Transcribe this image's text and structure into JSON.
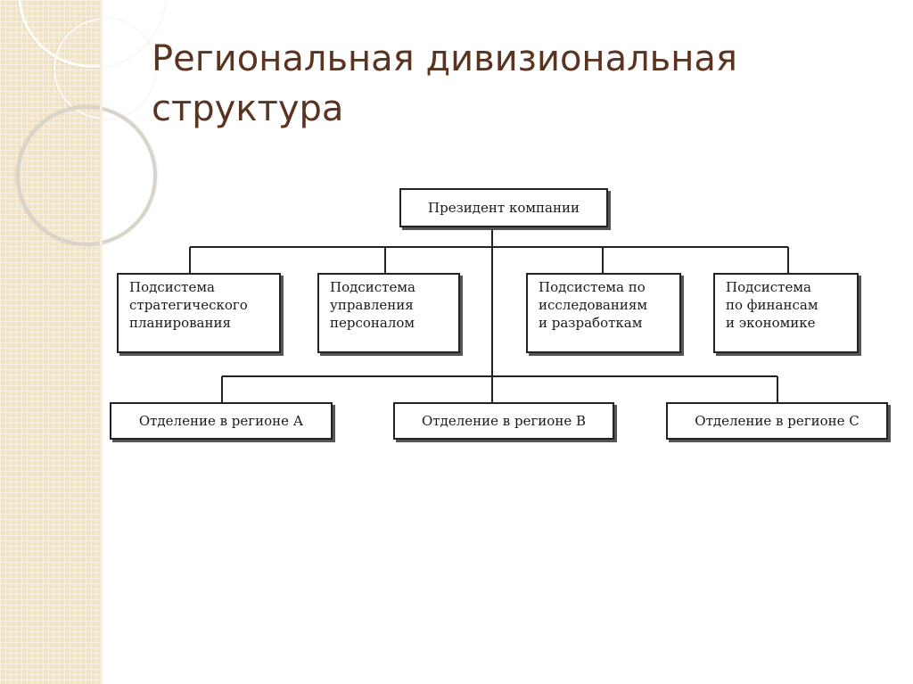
{
  "slide": {
    "title_line1": "Региональная дивизиональная",
    "title_line2": "структура",
    "title_color": "#5a3421"
  },
  "org_chart": {
    "root": "Президент компании",
    "subsystems": [
      {
        "lines": [
          "Подсистема",
          "стратегического",
          "планирования"
        ]
      },
      {
        "lines": [
          "Подсистема",
          "управления",
          "персоналом"
        ]
      },
      {
        "lines": [
          "Подсистема по",
          "исследованиям",
          "и разработкам"
        ]
      },
      {
        "lines": [
          "Подсистема",
          "по финансам",
          "и экономике"
        ]
      }
    ],
    "divisions": [
      "Отделение в регионе А",
      "Отделение в регионе В",
      "Отделение в регионе С"
    ]
  }
}
